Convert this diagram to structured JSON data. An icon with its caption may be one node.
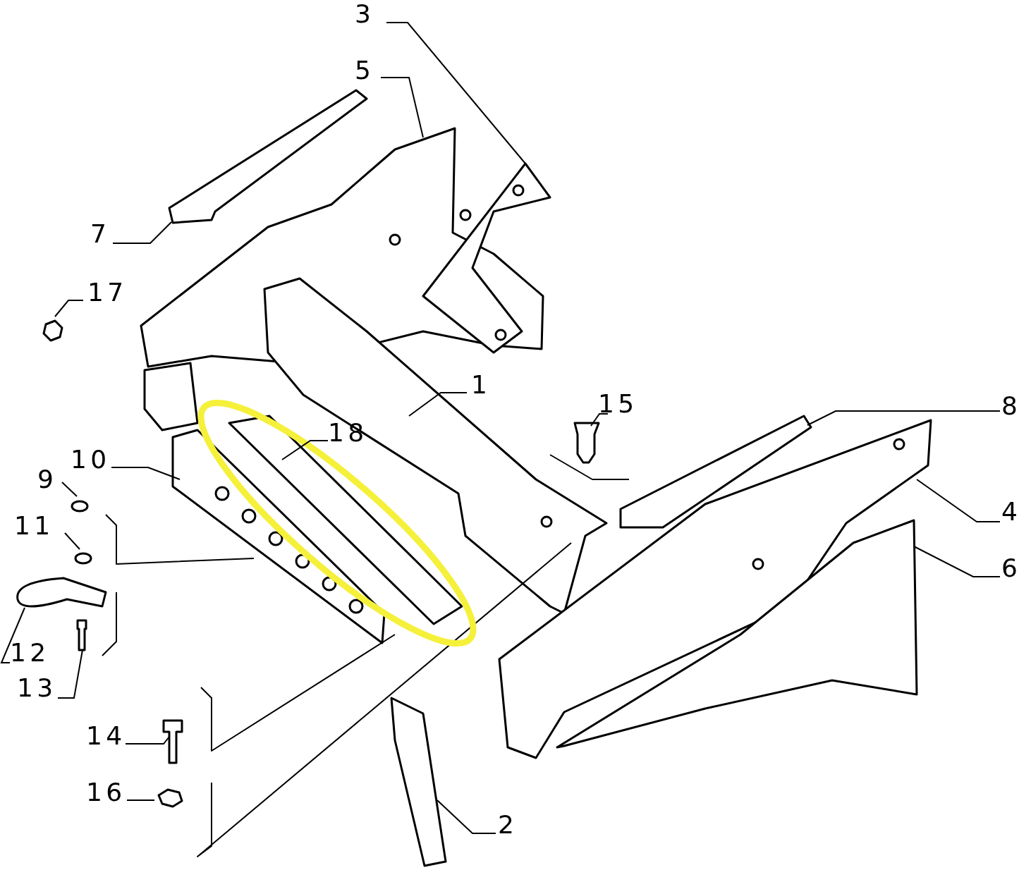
{
  "diagram": {
    "nodes": [
      {
        "text": [
          "3"
        ]
      },
      {
        "text": [
          "5"
        ]
      },
      {
        "text": [
          "7"
        ]
      },
      {
        "text": [
          "17"
        ]
      },
      {
        "text": [
          "1"
        ]
      },
      {
        "text": [
          "15"
        ]
      },
      {
        "text": [
          "8"
        ]
      },
      {
        "text": [
          "18"
        ]
      },
      {
        "text": [
          "10"
        ]
      },
      {
        "text": [
          "9"
        ]
      },
      {
        "text": [
          "4"
        ]
      },
      {
        "text": [
          "11"
        ]
      },
      {
        "text": [
          "6"
        ]
      },
      {
        "text": [
          "12"
        ]
      },
      {
        "text": [
          "13"
        ]
      },
      {
        "text": [
          "14"
        ]
      },
      {
        "text": [
          "16"
        ]
      },
      {
        "text": [
          "2"
        ]
      }
    ],
    "edges": [
      {
        "from": 0,
        "to": null,
        "arrow": "none"
      },
      {
        "from": 1,
        "to": null,
        "arrow": "none"
      },
      {
        "from": 2,
        "to": null,
        "arrow": "none"
      },
      {
        "from": 3,
        "to": null,
        "arrow": "none"
      },
      {
        "from": 4,
        "to": null,
        "arrow": "none"
      },
      {
        "from": 5,
        "to": null,
        "arrow": "none"
      },
      {
        "from": 6,
        "to": null,
        "arrow": "none"
      },
      {
        "from": 7,
        "to": null,
        "arrow": "none"
      },
      {
        "from": 8,
        "to": null,
        "arrow": "none"
      },
      {
        "from": 9,
        "to": null,
        "arrow": "none"
      },
      {
        "from": 10,
        "to": null,
        "arrow": "none"
      },
      {
        "from": 11,
        "to": null,
        "arrow": "none"
      },
      {
        "from": 12,
        "to": null,
        "arrow": "none"
      },
      {
        "from": 13,
        "to": null,
        "arrow": "none"
      },
      {
        "from": 14,
        "to": null,
        "arrow": "none"
      },
      {
        "from": 15,
        "to": null,
        "arrow": "none"
      },
      {
        "from": 16,
        "to": null,
        "arrow": "none"
      },
      {
        "from": 17,
        "to": null,
        "arrow": "none"
      }
    ]
  }
}
